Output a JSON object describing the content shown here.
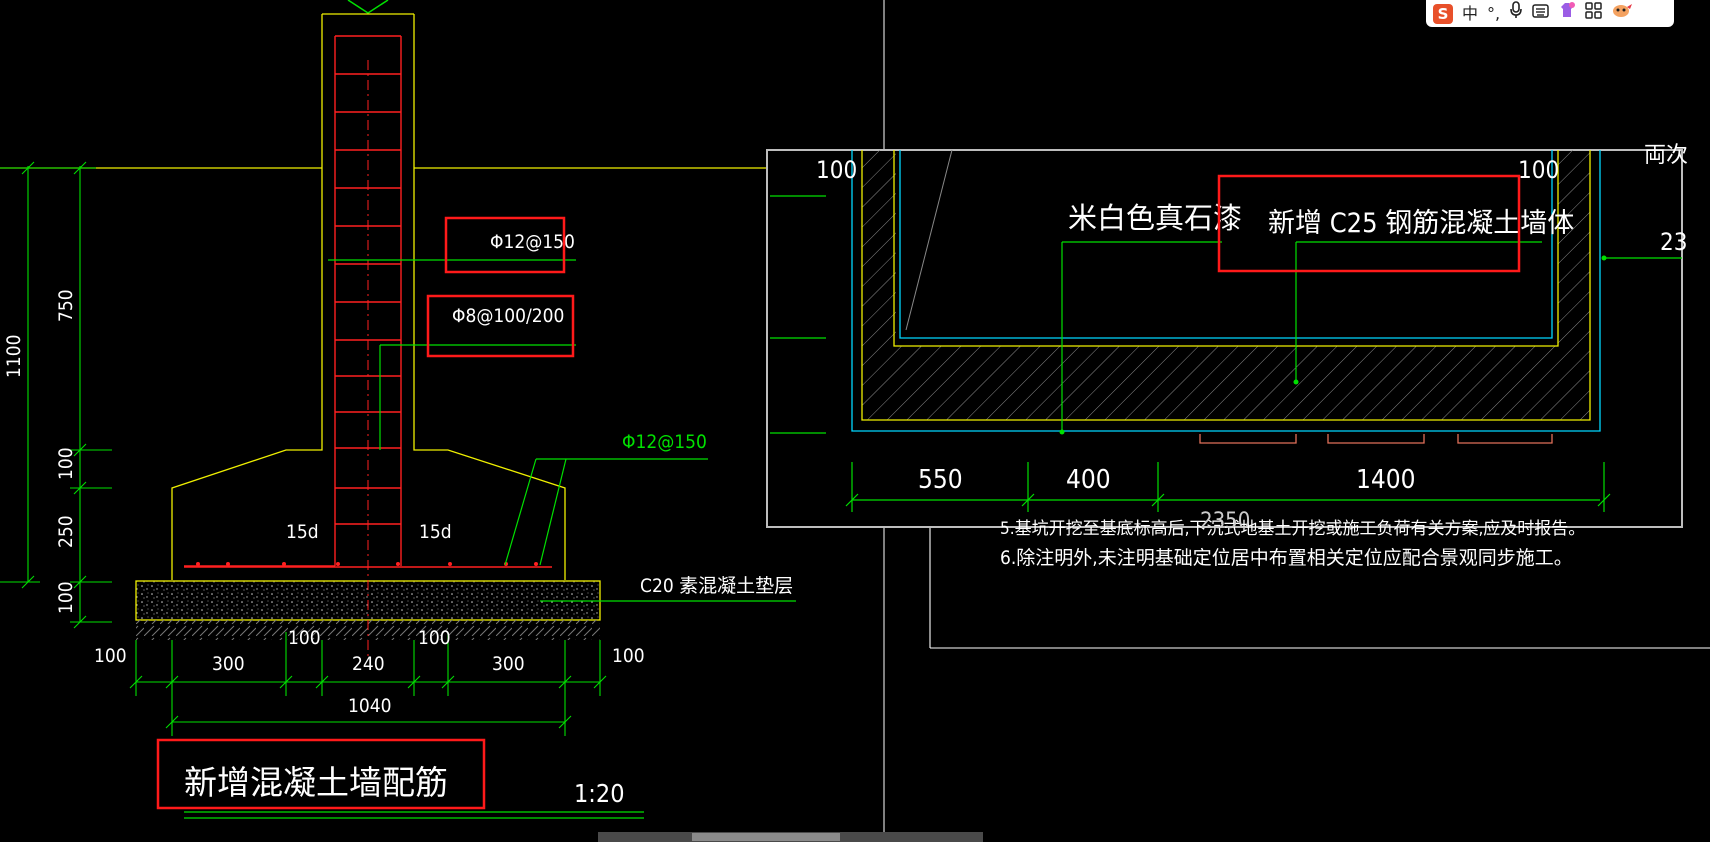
{
  "drawing": {
    "scale": "1:20",
    "title": "新增混凝土墙配筋",
    "callouts": {
      "main_bar": "12@150",
      "stirrup": "8@100/200",
      "base_bar": "12@150",
      "bar_symbol": "Φ",
      "anchor": "15d",
      "cushion": "C20 素混凝土垫层"
    },
    "dims_vertical": {
      "total": "1100",
      "d750": "750",
      "d100a": "100",
      "d250": "250",
      "d100b": "100"
    },
    "dims_horizontal": {
      "h100a": "100",
      "h300a": "300",
      "h240": "240",
      "h300b": "300",
      "h100b": "100",
      "h100c": "100",
      "h100d": "100",
      "total": "1040"
    }
  },
  "overlay": {
    "finish": "米白色真石漆",
    "wall_label": "新增 C25 钢筋混凝土墙体",
    "dim_top_left": "100",
    "dim_top_right": "100",
    "dims": {
      "d550": "550",
      "d400": "400",
      "d1400": "1400"
    },
    "partial_dim": "2350",
    "partial_right_top": "両次",
    "partial_right_num": "23"
  },
  "notes": {
    "note5_partial": "5.基坑开挖至基底标高后,下沉式地基土开挖或施工负荷有关方案,应及时报告。",
    "note6": "6.除注明外,未注明基础定位居中布置相关定位应配合景观同步施工。"
  },
  "taskbar": {
    "icons": [
      "sogou-logo-icon",
      "chinese-mode-icon",
      "punctuation-icon",
      "microphone-icon",
      "keyboard-icon",
      "skin-icon",
      "toolbox-icon",
      "mascot-icon"
    ],
    "sogou": "S",
    "mode": "中",
    "punct": "°,"
  },
  "colors": {
    "background": "#000000",
    "outline": "#f0f000",
    "rebar": "#ff2020",
    "dim": "#00e000",
    "text": "#ffffff",
    "highlight": "#ff1a1a",
    "overlay_border": "#bbbbbb",
    "water": "#00d7ff"
  }
}
